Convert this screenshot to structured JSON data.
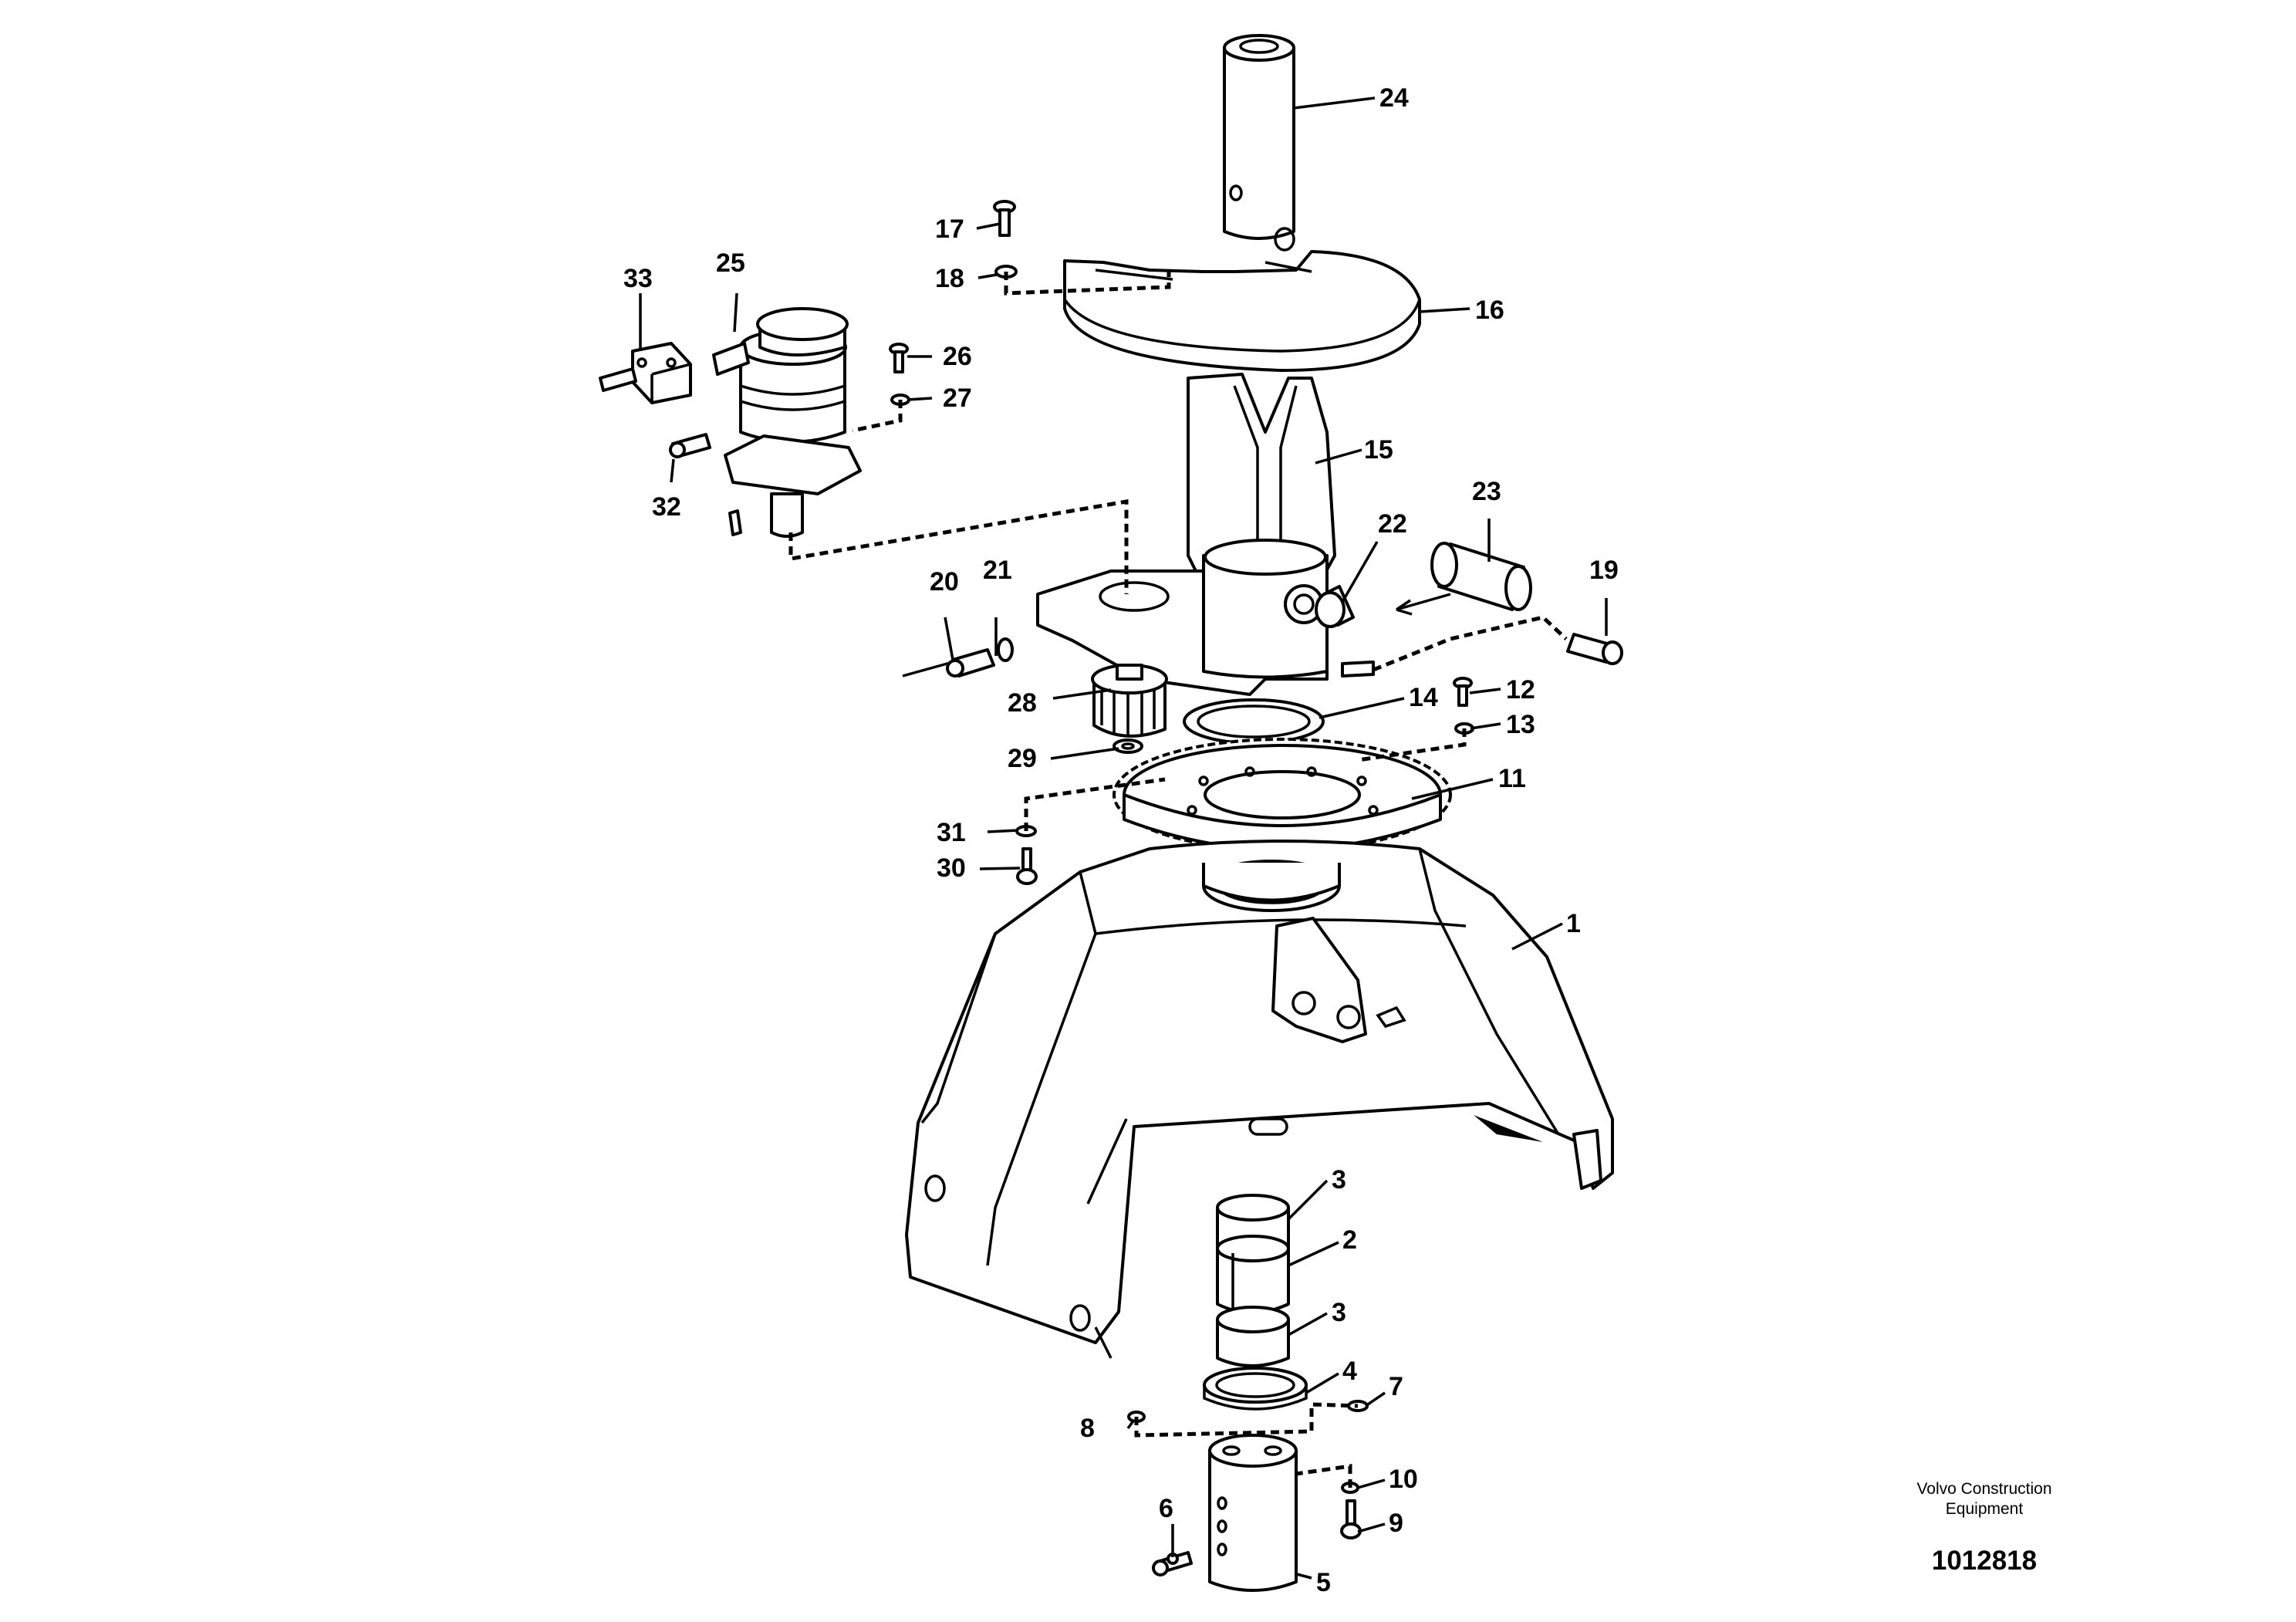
{
  "diagram": {
    "callouts": [
      {
        "id": "c1",
        "text": "1"
      },
      {
        "id": "c2",
        "text": "2"
      },
      {
        "id": "c3a",
        "text": "3"
      },
      {
        "id": "c3b",
        "text": "3"
      },
      {
        "id": "c4",
        "text": "4"
      },
      {
        "id": "c5",
        "text": "5"
      },
      {
        "id": "c6",
        "text": "6"
      },
      {
        "id": "c7",
        "text": "7"
      },
      {
        "id": "c8",
        "text": "8"
      },
      {
        "id": "c9",
        "text": "9"
      },
      {
        "id": "c10",
        "text": "10"
      },
      {
        "id": "c11",
        "text": "11"
      },
      {
        "id": "c12",
        "text": "12"
      },
      {
        "id": "c13",
        "text": "13"
      },
      {
        "id": "c14",
        "text": "14"
      },
      {
        "id": "c15",
        "text": "15"
      },
      {
        "id": "c16",
        "text": "16"
      },
      {
        "id": "c17",
        "text": "17"
      },
      {
        "id": "c18",
        "text": "18"
      },
      {
        "id": "c19",
        "text": "19"
      },
      {
        "id": "c20",
        "text": "20"
      },
      {
        "id": "c21",
        "text": "21"
      },
      {
        "id": "c22",
        "text": "22"
      },
      {
        "id": "c23",
        "text": "23"
      },
      {
        "id": "c24",
        "text": "24"
      },
      {
        "id": "c25",
        "text": "25"
      },
      {
        "id": "c26",
        "text": "26"
      },
      {
        "id": "c27",
        "text": "27"
      },
      {
        "id": "c28",
        "text": "28"
      },
      {
        "id": "c29",
        "text": "29"
      },
      {
        "id": "c30",
        "text": "30"
      },
      {
        "id": "c31",
        "text": "31"
      },
      {
        "id": "c32",
        "text": "32"
      },
      {
        "id": "c33",
        "text": "33"
      }
    ],
    "credit_line_1": "Volvo Construction",
    "credit_line_2": "Equipment",
    "document_number": "1012818"
  }
}
